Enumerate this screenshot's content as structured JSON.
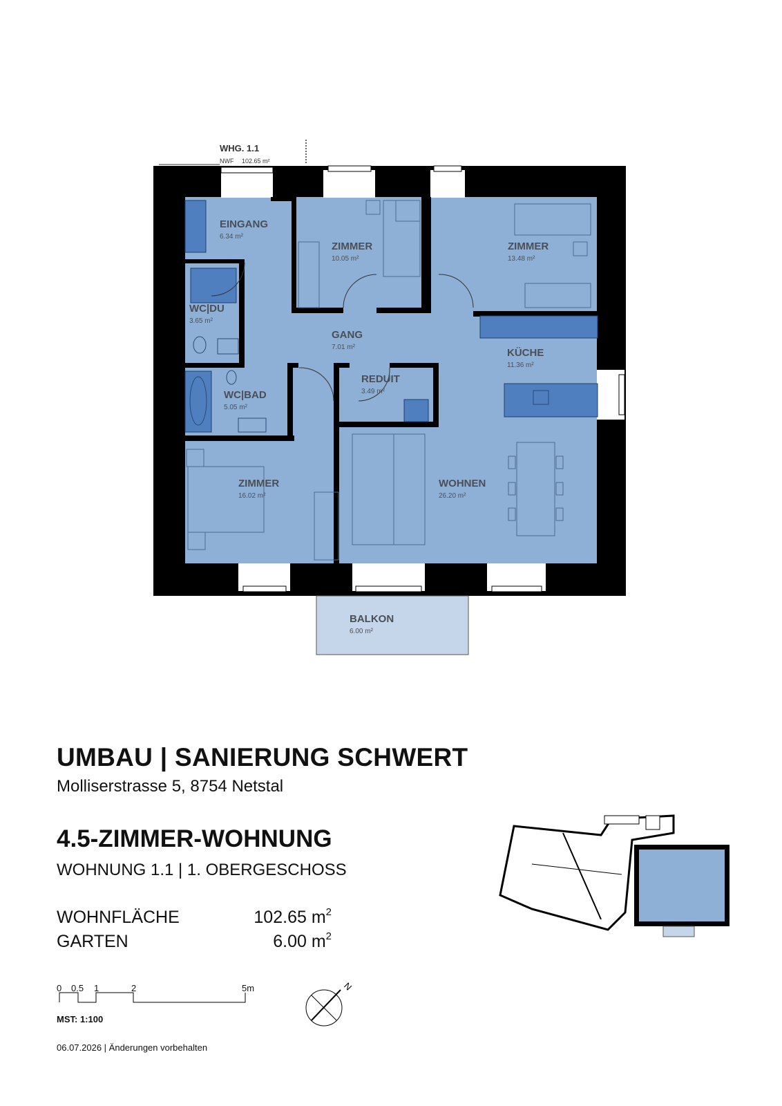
{
  "plan": {
    "unit_label": "WHG. 1.1",
    "nwf_label": "NWF",
    "nwf_value": "102.65 m²",
    "rooms": {
      "eingang": {
        "name": "EINGANG",
        "area": "6.34 m²"
      },
      "zimmer1": {
        "name": "ZIMMER",
        "area": "10.05 m²"
      },
      "zimmer2": {
        "name": "ZIMMER",
        "area": "13.48 m²"
      },
      "wcdu": {
        "name": "WC|DU",
        "area": "3.65 m²"
      },
      "gang": {
        "name": "GANG",
        "area": "7.01 m²"
      },
      "kueche": {
        "name": "KÜCHE",
        "area": "11.36 m²"
      },
      "wcbad": {
        "name": "WC|BAD",
        "area": "5.05 m²"
      },
      "reduit": {
        "name": "REDUIT",
        "area": "3.49 m²"
      },
      "zimmer3": {
        "name": "ZIMMER",
        "area": "16.02 m²"
      },
      "wohnen": {
        "name": "WOHNEN",
        "area": "26.20 m²"
      },
      "balkon": {
        "name": "BALKON",
        "area": "6.00 m²"
      }
    },
    "colors": {
      "room_fill": "#8fb0d6",
      "room_dark": "#4f7fbf",
      "balkon_fill": "#c6d6ea",
      "wall": "#000000"
    }
  },
  "info": {
    "title": "UMBAU | SANIERUNG SCHWERT",
    "address": "Molliserstrasse 5, 8754 Netstal",
    "subtitle": "4.5-ZIMMER-WOHNUNG",
    "unit_line": "WOHNUNG 1.1 | 1. OBERGESCHOSS",
    "wohnflaeche_label": "WOHNFLÄCHE",
    "wohnflaeche_value": "102.65 m",
    "garten_label": "GARTEN",
    "garten_value": "6.00 m",
    "unit_sup": "2"
  },
  "scale": {
    "ticks": [
      "0",
      "0.5",
      "1",
      "2",
      "5m"
    ],
    "label": "MST: 1:100"
  },
  "compass_label": "N",
  "footer": "06.07.2026 | Änderungen vorbehalten"
}
